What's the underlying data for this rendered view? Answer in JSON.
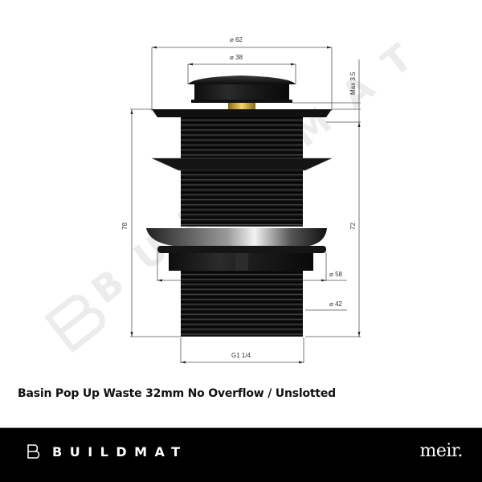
{
  "diagram": {
    "dimensions": {
      "outer_flange_diameter": "62",
      "cap_diameter": "38",
      "cap_max_rise": "Max 3.5",
      "overall_height": "78",
      "body_height": "72",
      "backnut_diameter": "58",
      "thread_diameter": "42",
      "thread_spec": "G1 1/4"
    },
    "diameter_symbol": "⌀",
    "watermark": "BUILDMAT"
  },
  "product": {
    "title": "Basin Pop Up Waste 32mm No Overflow / Unslotted"
  },
  "footer": {
    "brand_name": "BUILDMAT",
    "partner_logo": "meir."
  },
  "colors": {
    "footer_bg": "#000000",
    "part_black": "#1a1a1a",
    "brass_accent": "#c9a227",
    "dimension_line": "#555555",
    "watermark": "#ececec"
  }
}
